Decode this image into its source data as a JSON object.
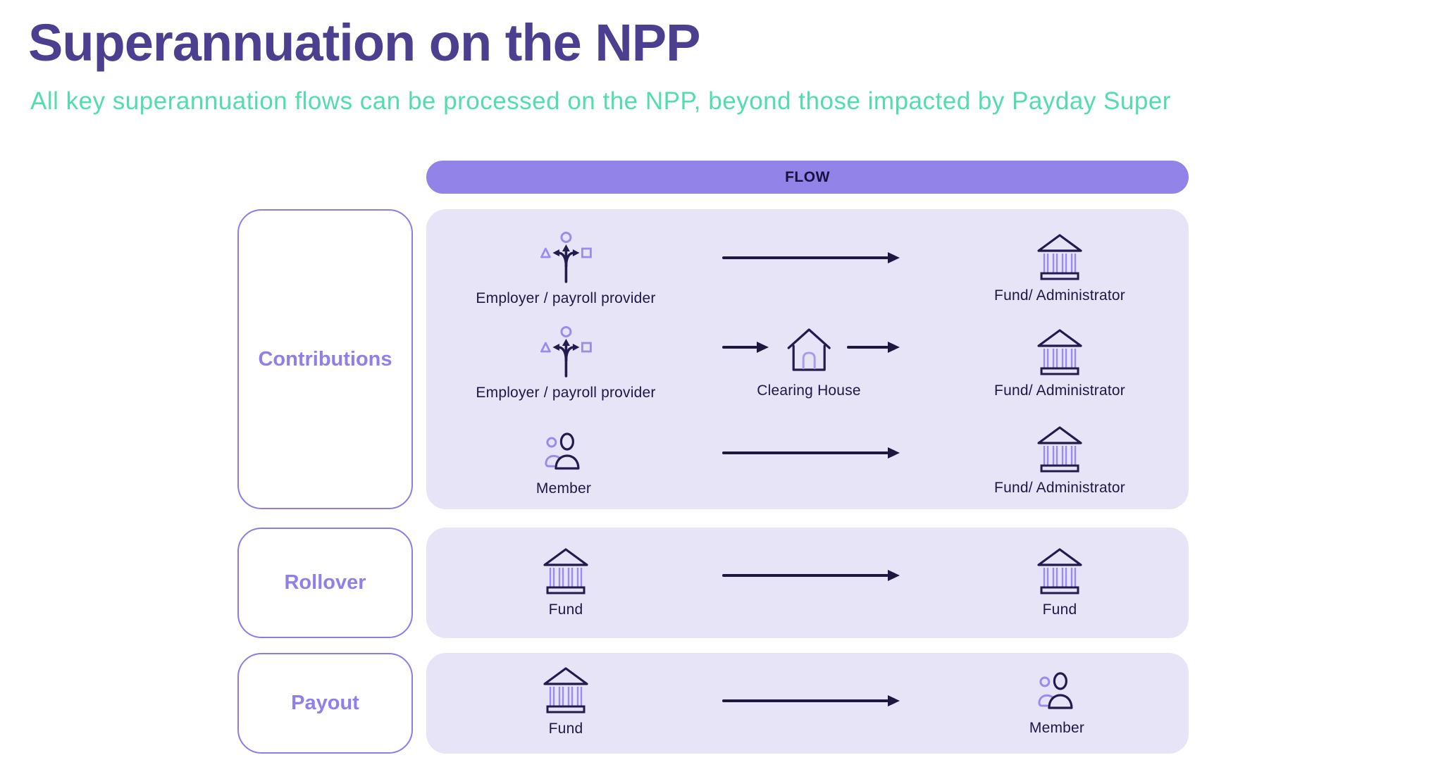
{
  "page": {
    "title": "Superannuation on the NPP",
    "subtitle": "All key superannuation flows can be processed on the NPP, beyond those impacted by Payday Super"
  },
  "flow_header": {
    "label": "FLOW"
  },
  "colors": {
    "title_text": "#4C3F90",
    "subtitle_text": "#53DCB0",
    "flow_bar_bg": "#9283E8",
    "flow_bar_text": "#17123D",
    "panel_bg": "#E8E4F8",
    "category_border": "#8C7CE8",
    "category_text": "#8F7FE8",
    "icon_dark": "#221B4E",
    "icon_accent": "#9A8BEC",
    "arrow": "#1D1840"
  },
  "sections": [
    {
      "label": "Contributions",
      "rows": [
        {
          "from": {
            "icon": "employer-payroll-icon",
            "label": "Employer / payroll provider"
          },
          "to": {
            "icon": "fund-bank-icon",
            "label": "Fund/ Administrator"
          }
        },
        {
          "from": {
            "icon": "employer-payroll-icon",
            "label": "Employer / payroll provider"
          },
          "via": {
            "icon": "clearing-house-icon",
            "label": "Clearing House"
          },
          "to": {
            "icon": "fund-bank-icon",
            "label": "Fund/ Administrator"
          }
        },
        {
          "from": {
            "icon": "member-icon",
            "label": "Member"
          },
          "to": {
            "icon": "fund-bank-icon",
            "label": "Fund/ Administrator"
          }
        }
      ]
    },
    {
      "label": "Rollover",
      "rows": [
        {
          "from": {
            "icon": "fund-bank-icon",
            "label": "Fund"
          },
          "to": {
            "icon": "fund-bank-icon",
            "label": "Fund"
          }
        }
      ]
    },
    {
      "label": "Payout",
      "rows": [
        {
          "from": {
            "icon": "fund-bank-icon",
            "label": "Fund"
          },
          "to": {
            "icon": "member-icon",
            "label": "Member"
          }
        }
      ]
    }
  ]
}
